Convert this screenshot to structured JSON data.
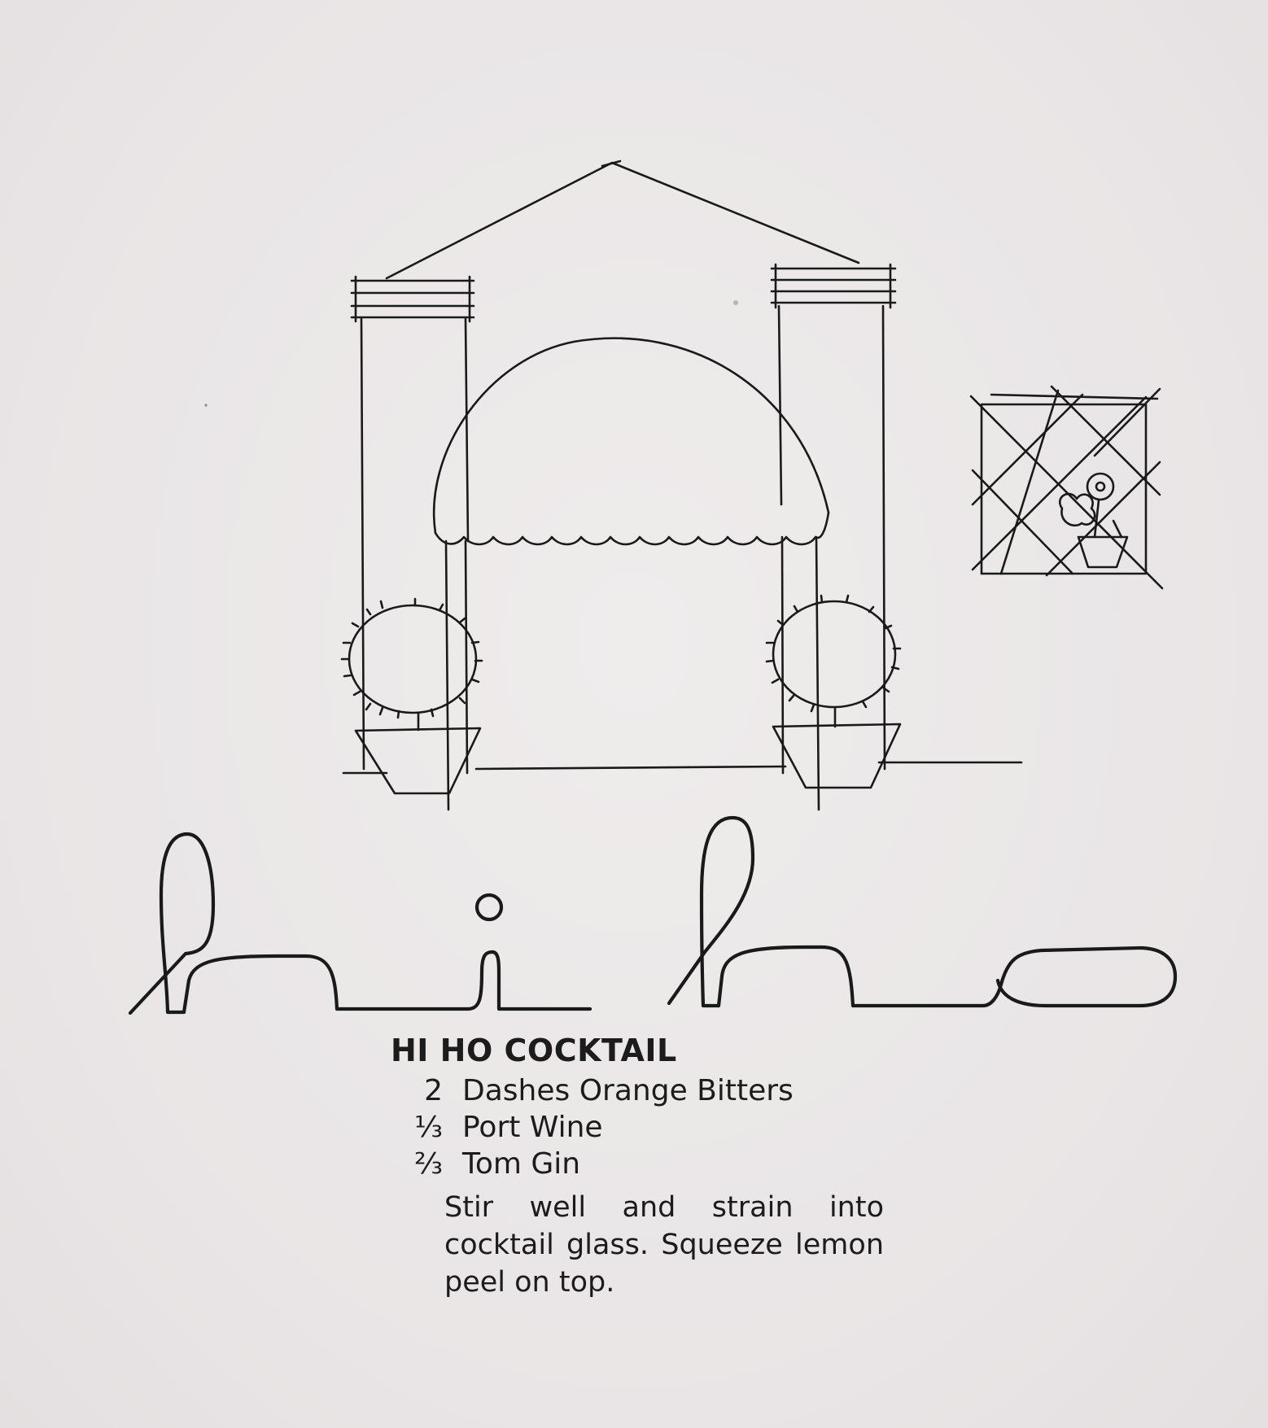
{
  "recipe": {
    "title": "HI HO COCKTAIL",
    "ingredients": [
      {
        "qty": "2",
        "name": "Dashes Orange Bitters"
      },
      {
        "qty": "⅓",
        "name": "Port Wine"
      },
      {
        "qty": "⅔",
        "name": "Tom Gin"
      }
    ],
    "method": "Stir well and strain into cocktail glass.  Squeeze lemon peel on top."
  },
  "illustration": {
    "lettering": "hi ho",
    "ink_color": "#1a1a1a",
    "paper_color": "#ebe7e8"
  }
}
